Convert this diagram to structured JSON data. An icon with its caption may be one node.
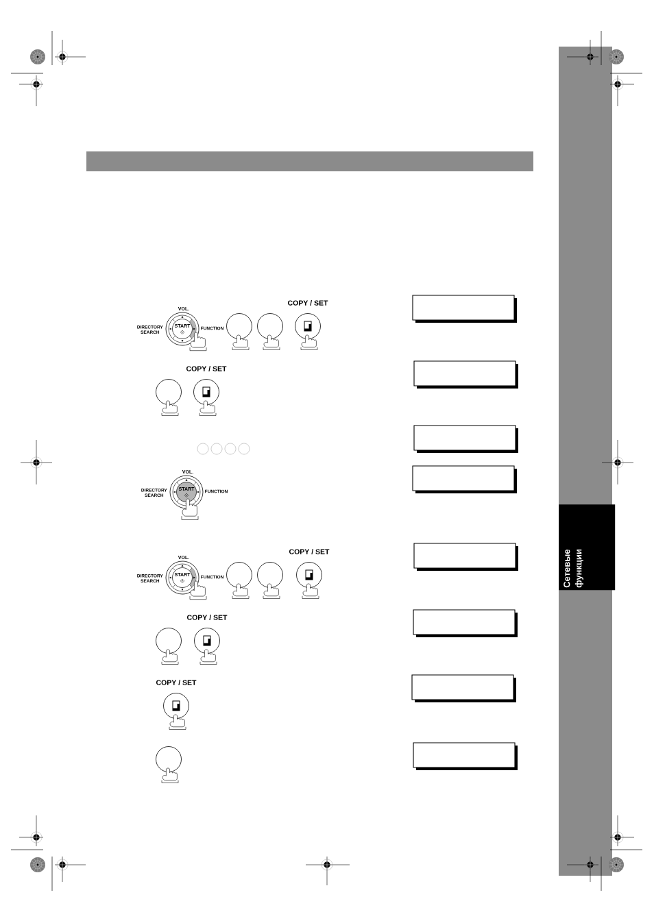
{
  "diagram": {
    "nodes": [
      {
        "text": [
          "START"
        ],
        "beside": [
          "VOL.",
          "DIRECTORY SEARCH",
          "FUNCTION"
        ]
      },
      {
        "text": [],
        "shape": "circle"
      },
      {
        "text": [],
        "shape": "circle"
      },
      {
        "text": [
          "COPY / SET"
        ]
      },
      {
        "text": [],
        "shape": "box"
      },
      {
        "text": [],
        "shape": "circle"
      },
      {
        "text": [
          "COPY / SET"
        ]
      },
      {
        "text": [],
        "shape": "box"
      },
      {
        "text": [],
        "shape": "circle"
      },
      {
        "text": [],
        "shape": "circle"
      },
      {
        "text": [],
        "shape": "circle"
      },
      {
        "text": [],
        "shape": "circle"
      },
      {
        "text": [],
        "shape": "box"
      },
      {
        "text": [
          "START"
        ],
        "beside": [
          "VOL.",
          "DIRECTORY SEARCH",
          "FUNCTION"
        ]
      },
      {
        "text": [],
        "shape": "box"
      },
      {
        "text": [
          "START"
        ],
        "beside": [
          "VOL.",
          "DIRECTORY SEARCH",
          "FUNCTION"
        ]
      },
      {
        "text": [],
        "shape": "circle"
      },
      {
        "text": [],
        "shape": "circle"
      },
      {
        "text": [
          "COPY / SET"
        ]
      },
      {
        "text": [],
        "shape": "box"
      },
      {
        "text": [],
        "shape": "circle"
      },
      {
        "text": [
          "COPY / SET"
        ]
      },
      {
        "text": [],
        "shape": "box"
      },
      {
        "text": [
          "COPY / SET"
        ]
      },
      {
        "text": [],
        "shape": "box"
      },
      {
        "text": [],
        "shape": "circle"
      },
      {
        "text": [],
        "shape": "box"
      },
      {
        "text": [
          "Сетевые функции"
        ]
      }
    ]
  }
}
